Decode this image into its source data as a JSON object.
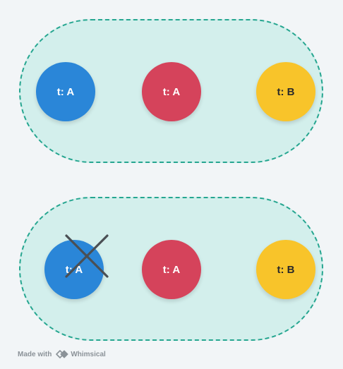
{
  "groups": [
    {
      "nodes": [
        {
          "label": "t: A",
          "color": "#2a86d8"
        },
        {
          "label": "t: A",
          "color": "#d5435b"
        },
        {
          "label": "t: B",
          "color": "#f8c42a"
        }
      ]
    },
    {
      "nodes": [
        {
          "label": "t: A",
          "color": "#2a86d8",
          "crossed_out": true
        },
        {
          "label": "t: A",
          "color": "#d5435b"
        },
        {
          "label": "t: B",
          "color": "#f8c42a"
        }
      ]
    }
  ],
  "colors": {
    "group_fill": "#d3efec",
    "group_border": "#26a690",
    "cross": "#4a4f54"
  },
  "footer": {
    "made_with": "Made with",
    "brand": "Whimsical",
    "icon": "whimsical-logo-icon"
  }
}
